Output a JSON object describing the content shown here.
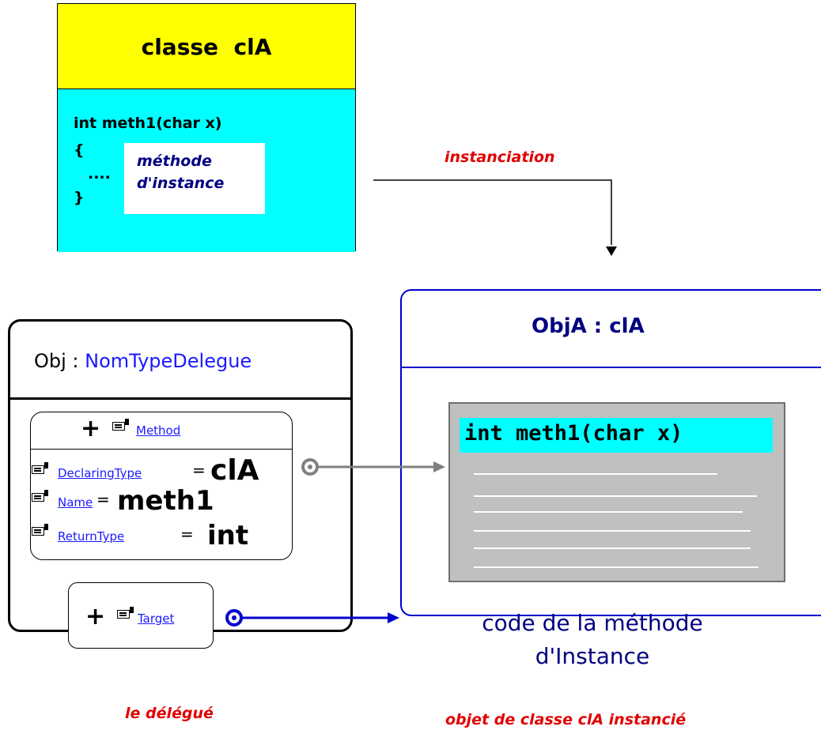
{
  "class_box": {
    "title": "classe  clA",
    "method_signature": "int meth1(char x)",
    "brace_open": "{",
    "body_dots": "....",
    "brace_close": "}",
    "note_line1": "méthode",
    "note_line2": "d'instance"
  },
  "labels": {
    "instanciation": "instanciation",
    "delegate": "le délégué",
    "object": "objet de classe clA instancié"
  },
  "delegate": {
    "title_obj": "Obj : ",
    "title_type": "NomTypeDelegue",
    "method_prop": "Method",
    "plus": "+",
    "declaring_type_label": "DeclaringType",
    "declaring_type_value": "clA",
    "name_label": "Name",
    "name_value": "meth1",
    "return_type_label": "ReturnType",
    "return_type_value": "int",
    "equals": "=",
    "target_prop": "Target"
  },
  "object": {
    "title": "ObjA : clA",
    "code_header": "int meth1(char x)",
    "caption_line1": "code de la méthode",
    "caption_line2": "d'Instance"
  },
  "colors": {
    "class_header": "#ffff00",
    "class_body": "#00ffff",
    "object_border": "#0000cc",
    "label_red": "#e00000",
    "link_blue": "#1a1aff",
    "code_panel": "#c0c0c0",
    "gray_arrow": "#808080",
    "blue_arrow": "#0000cc"
  }
}
